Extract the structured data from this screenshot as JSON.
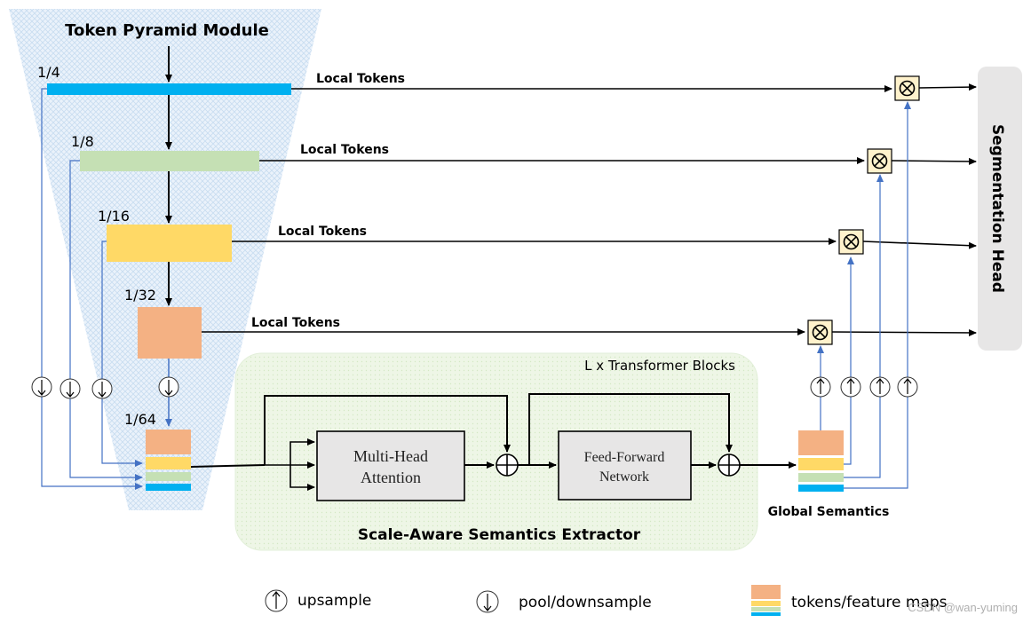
{
  "tpm": {
    "title": "Token Pyramid Module",
    "scales": [
      "1/4",
      "1/8",
      "1/16",
      "1/32",
      "1/64"
    ],
    "local_tokens_label": "Local Tokens"
  },
  "sase": {
    "title": "Scale-Aware Semantics Extractor",
    "repeat_label": "L x Transformer Blocks",
    "mha_line1": "Multi-Head",
    "mha_line2": "Attention",
    "ffn_line1": "Feed-Forward",
    "ffn_line2": "Network"
  },
  "global_semantics_label": "Global Semantics",
  "seg_head_label": "Segmentation Head",
  "legend": {
    "upsample": "upsample",
    "pool": "pool/downsample",
    "tokens": "tokens/feature maps"
  },
  "watermark": "CSDN @wan-yuming",
  "colors": {
    "blue_token": "#00b0f0",
    "green_token": "#c5e0b4",
    "yellow_token": "#ffd966",
    "orange_token": "#f4b183",
    "arrow_blue": "#4472c4",
    "sase_bg": "#eef6e6",
    "seg_head_bg": "#e7e6e6"
  }
}
